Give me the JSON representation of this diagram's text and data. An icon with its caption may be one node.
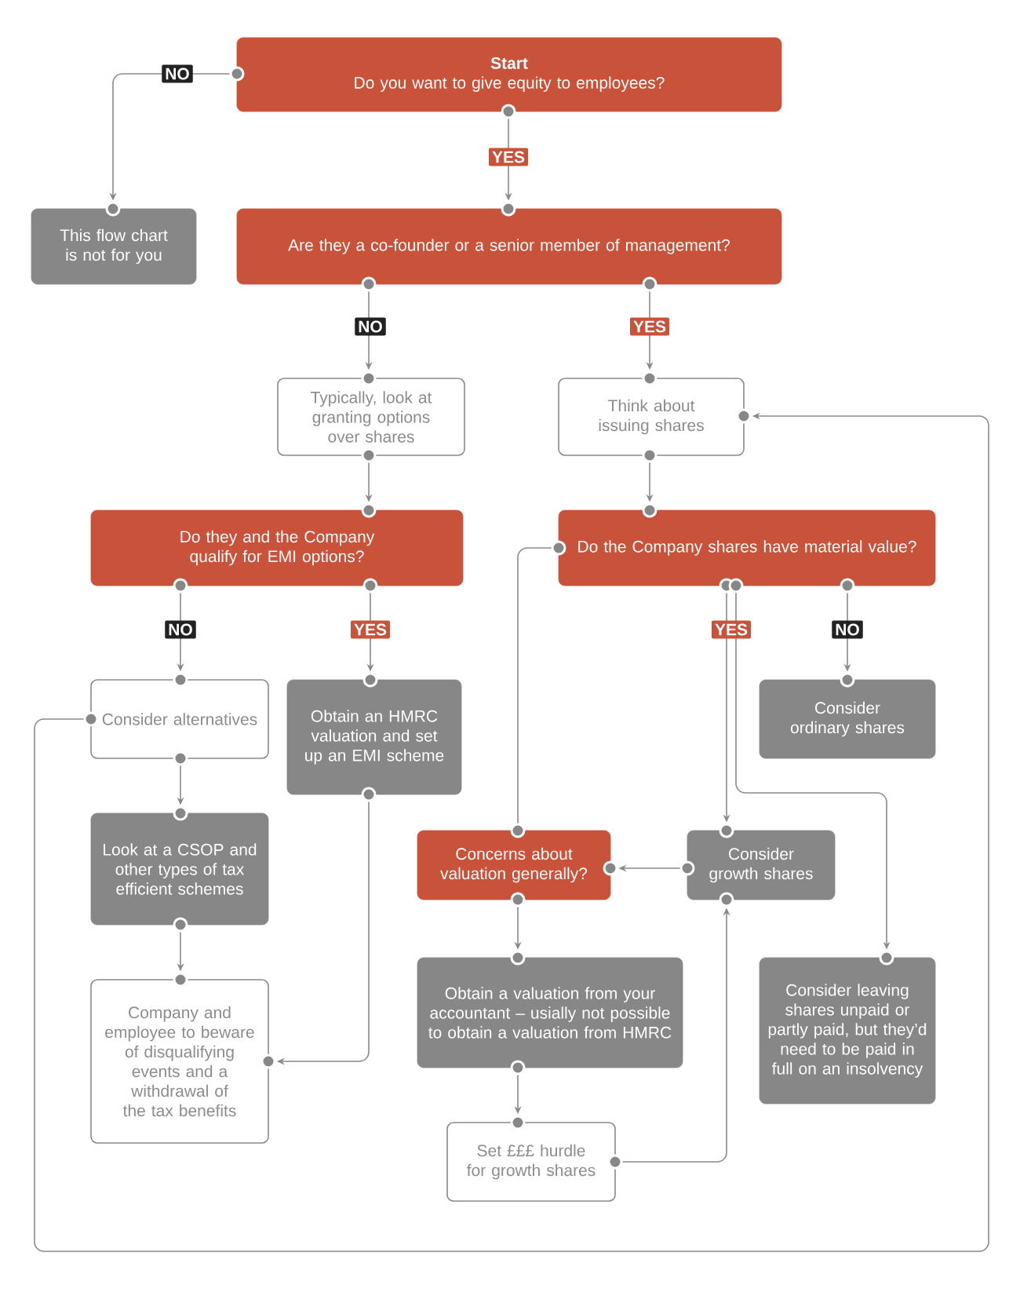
{
  "diagram": {
    "nodes": [
      {
        "text": [
          "Start",
          "Do you want to give equity to employees?"
        ]
      },
      {
        "text": [
          "This flow chart is not for you"
        ]
      },
      {
        "text": [
          "Are they a co-founder or a senior member of management?"
        ]
      },
      {
        "text": [
          "Typically, look at granting options over shares"
        ]
      },
      {
        "text": [
          "Think about issuing shares"
        ]
      },
      {
        "text": [
          "Do they and the Company qualify for EMI options?"
        ]
      },
      {
        "text": [
          "Do the Company shares have material value?"
        ]
      },
      {
        "text": [
          "Consider alternatives"
        ]
      },
      {
        "text": [
          "Obtain an HMRC valuation and set up an EMI scheme"
        ]
      },
      {
        "text": [
          "Consider ordinary shares"
        ]
      },
      {
        "text": [
          "Look at a CSOP and other types of tax efficient schemes"
        ]
      },
      {
        "text": [
          "Concerns about valuation generally?"
        ]
      },
      {
        "text": [
          "Consider growth shares"
        ]
      },
      {
        "text": [
          "Company and employee to beware of disqualifying events and a withdrawal of the tax benefits"
        ]
      },
      {
        "text": [
          "Obtain a valuation from your accountant – usially not possible to obtain a valuation from HMRC"
        ]
      },
      {
        "text": [
          "Consider leaving shares unpaid or partly paid, but they’d need to be paid in full on an insolvency"
        ]
      },
      {
        "text": [
          "Set £££ hurdle for growth shares"
        ]
      }
    ],
    "edges": [
      {
        "from": 0,
        "to": 1,
        "arrow": "to",
        "label": "NO"
      },
      {
        "from": 0,
        "to": 2,
        "arrow": "to",
        "label": "YES"
      },
      {
        "from": 2,
        "to": 3,
        "arrow": "to",
        "label": "NO"
      },
      {
        "from": 2,
        "to": 4,
        "arrow": "to",
        "label": "YES"
      },
      {
        "from": 3,
        "to": 5,
        "arrow": "to"
      },
      {
        "from": 4,
        "to": 6,
        "arrow": "to"
      },
      {
        "from": 5,
        "to": 7,
        "arrow": "to",
        "label": "NO"
      },
      {
        "from": 5,
        "to": 8,
        "arrow": "to",
        "label": "YES"
      },
      {
        "from": 6,
        "to": 12,
        "arrow": "to",
        "label": "YES"
      },
      {
        "from": 6,
        "to": 15,
        "arrow": "to"
      },
      {
        "from": 6,
        "to": 9,
        "arrow": "to",
        "label": "NO"
      },
      {
        "from": 7,
        "to": 10,
        "arrow": "to"
      },
      {
        "from": 8,
        "to": 13,
        "arrow": "to"
      },
      {
        "from": 10,
        "to": 13,
        "arrow": "to"
      },
      {
        "from": 12,
        "to": 11,
        "arrow": "to"
      },
      {
        "from": 11,
        "to": 6,
        "arrow": "other"
      },
      {
        "from": 11,
        "to": 14,
        "arrow": "to"
      },
      {
        "from": 14,
        "to": 16,
        "arrow": "to"
      },
      {
        "from": 16,
        "to": 12,
        "arrow": "to"
      },
      {
        "from": 7,
        "to": 4,
        "arrow": "to"
      }
    ]
  }
}
